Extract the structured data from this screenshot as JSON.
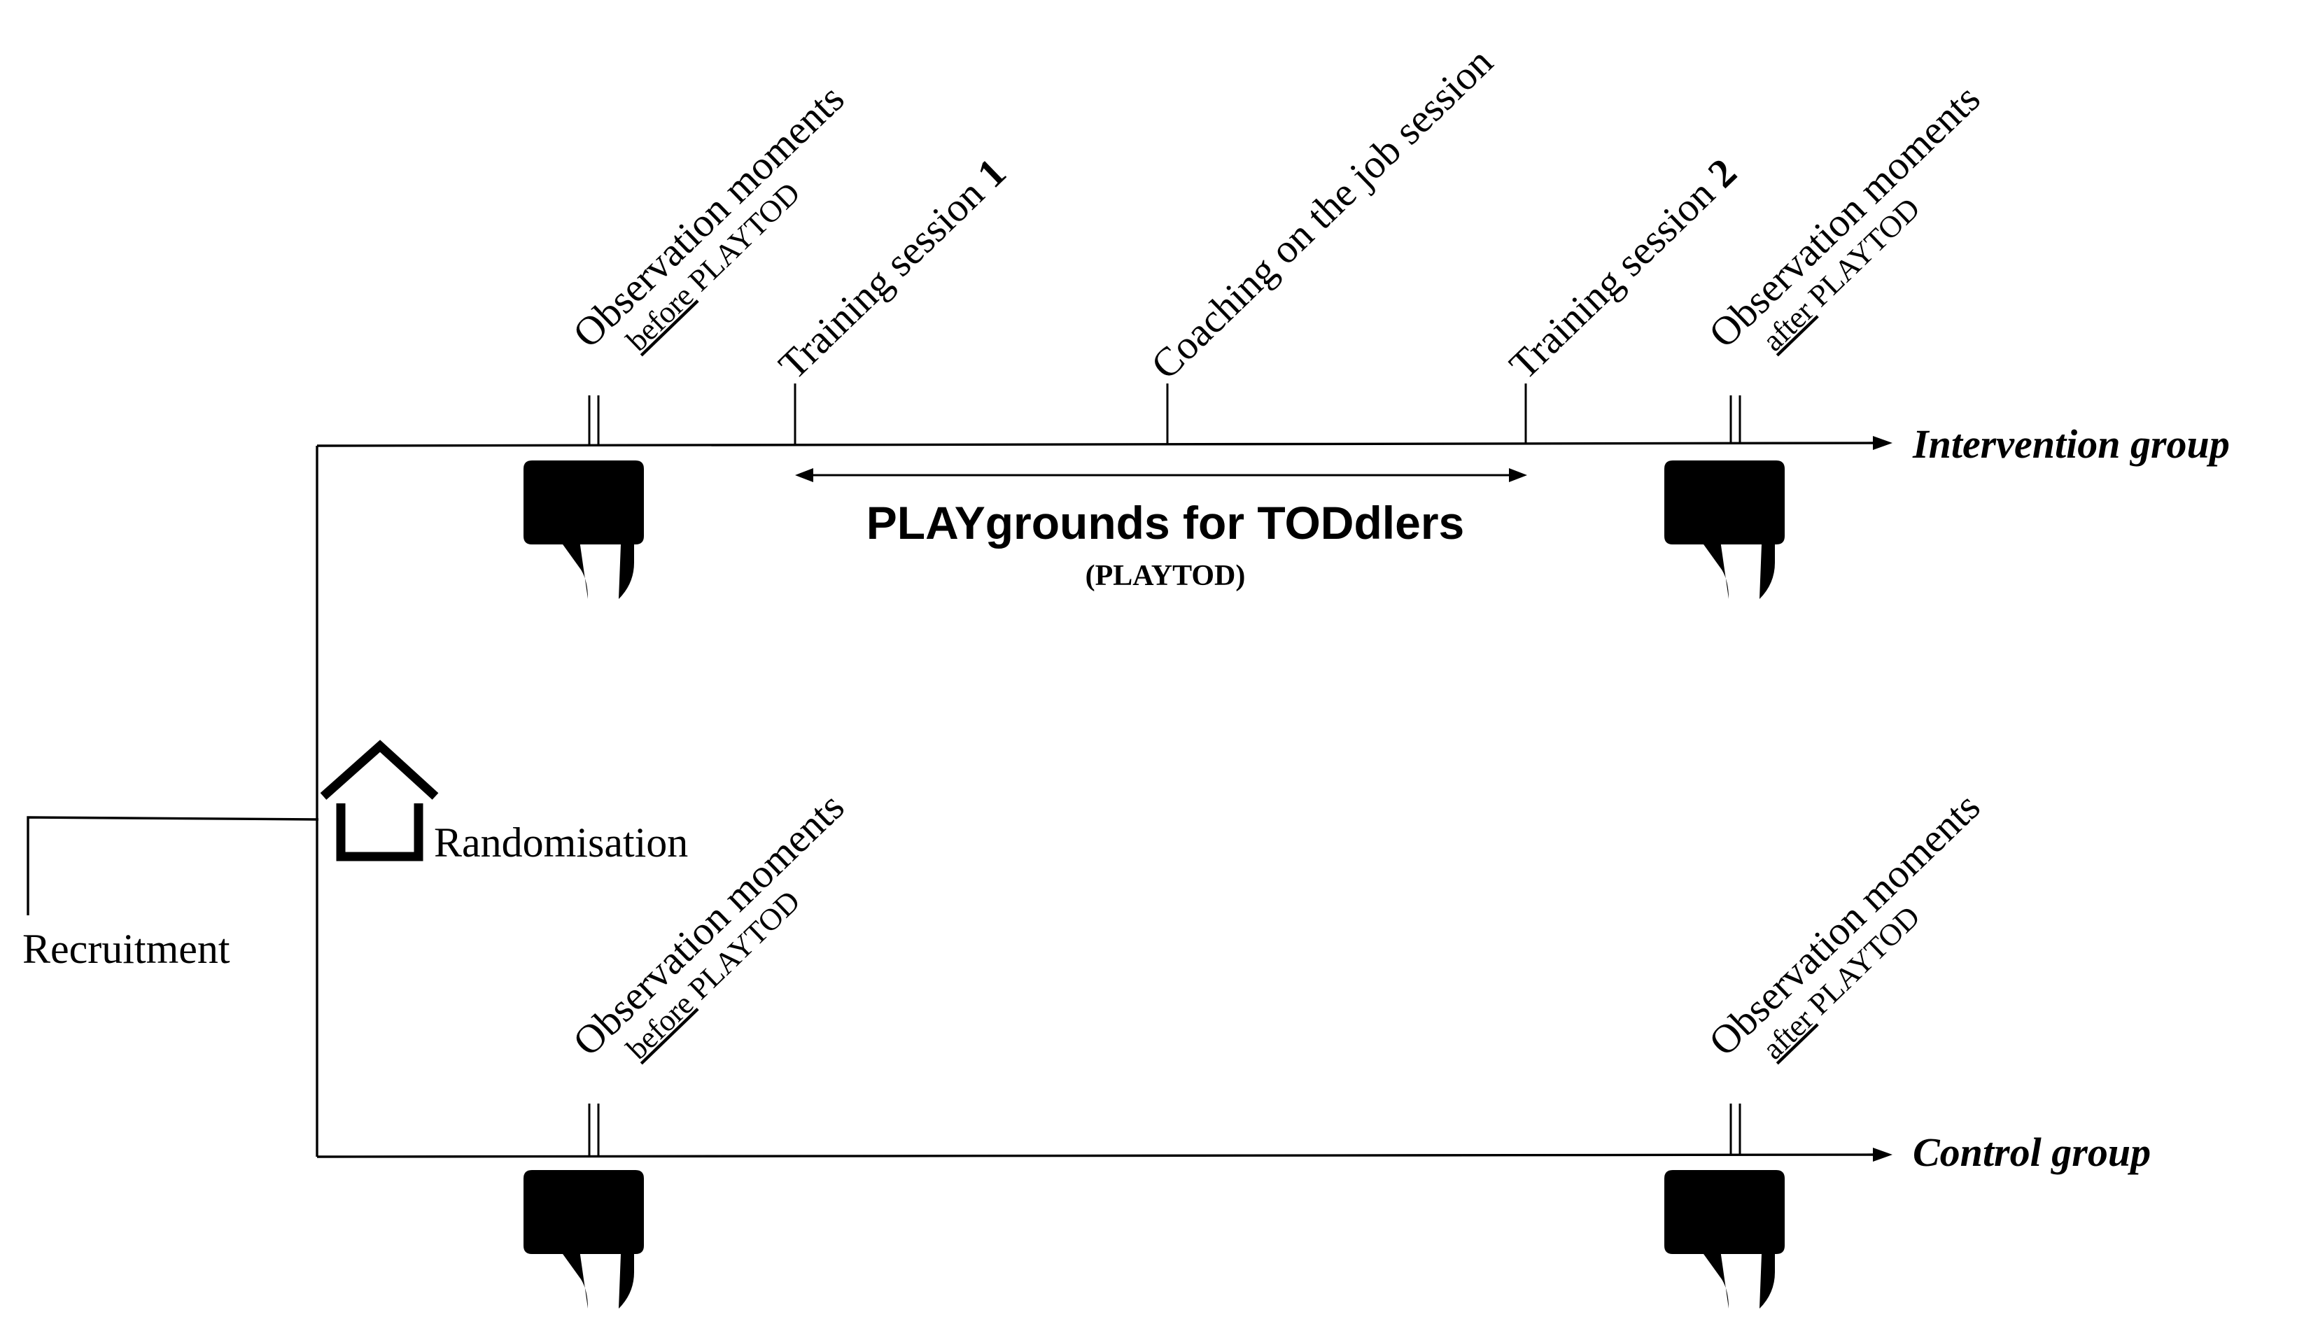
{
  "labels": {
    "recruitment": "Recruitment",
    "randomisation": "Randomisation",
    "intervention_group": "Intervention group",
    "control_group": "Control group",
    "training_1_text": "Training session ",
    "training_1_num": "1",
    "coaching": "Coaching on the job session",
    "training_2_text": "Training session ",
    "training_2_num": "2",
    "program_title": "PLAYgrounds for TODdlers",
    "program_abbrev": "(PLAYTOD)"
  },
  "observations": {
    "moments": "Observation moments",
    "before_word": "before",
    "after_word": "after",
    "playtod_suffix": " PLAYTOD"
  },
  "icons": {
    "house": "house-icon",
    "tablet_touch": "tablet-touch-icon",
    "arrow": "arrow-head-icon"
  }
}
